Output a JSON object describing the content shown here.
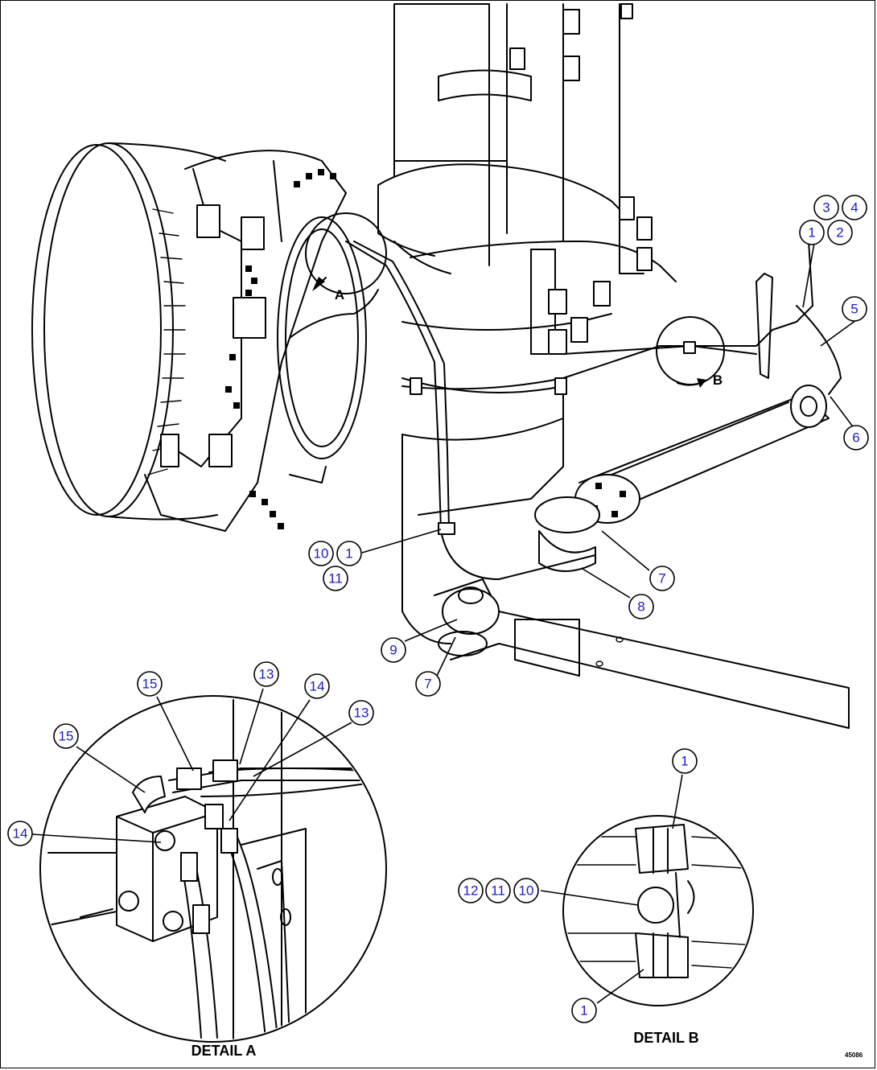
{
  "view_labels": {
    "a": "A",
    "b": "B"
  },
  "detail_a_title": "DETAIL A",
  "detail_b_title": "DETAIL B",
  "drawing_code": "45086",
  "balloons": {
    "b3": "3",
    "b4": "4",
    "b1a": "1",
    "b2": "2",
    "b5": "5",
    "b6": "6",
    "b10a": "10",
    "b1b": "1",
    "b11a": "11",
    "b7a": "7",
    "b8": "8",
    "b9": "9",
    "b7b": "7",
    "b15a": "15",
    "b13a": "13",
    "b14a": "14",
    "b13b": "13",
    "b15b": "15",
    "b14b": "14",
    "b1c": "1",
    "b12": "12",
    "b11b": "11",
    "b10b": "10",
    "b1d": "1"
  }
}
